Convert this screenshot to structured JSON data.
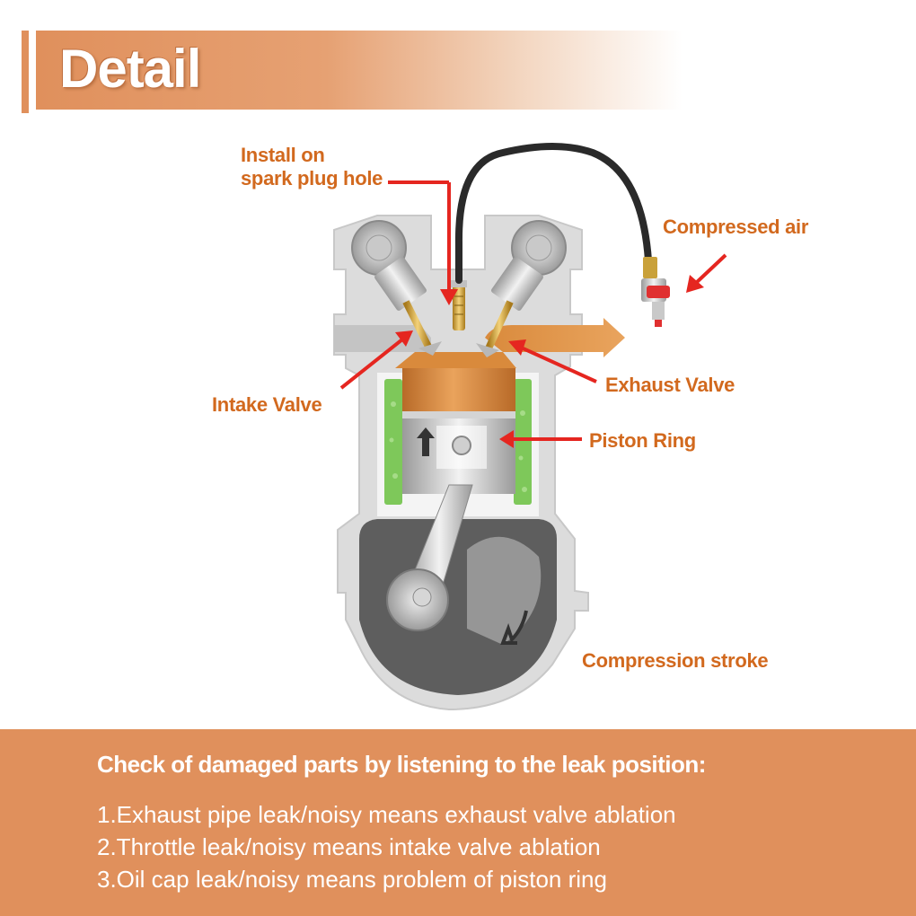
{
  "header": {
    "title": "Detail"
  },
  "labels": {
    "install": [
      "Install on",
      "spark plug hole"
    ],
    "compressed_air": "Compressed air",
    "intake_valve": "Intake Valve",
    "exhaust_valve": "Exhaust Valve",
    "piston_ring": "Piston Ring",
    "compression_stroke": "Compression stroke"
  },
  "panel": {
    "heading": "Check of damaged parts by listening to the leak position:",
    "items": [
      "1.Exhaust pipe leak/noisy means exhaust valve ablation",
      "2.Throttle leak/noisy means intake valve ablation",
      "3.Oil cap leak/noisy means problem of piston ring"
    ]
  },
  "colors": {
    "accent": "#e0905c",
    "label_text": "#d2691e",
    "arrow_red": "#e52620",
    "piston_copper": "#d98a3c",
    "coolant_green": "#7ec85a"
  }
}
